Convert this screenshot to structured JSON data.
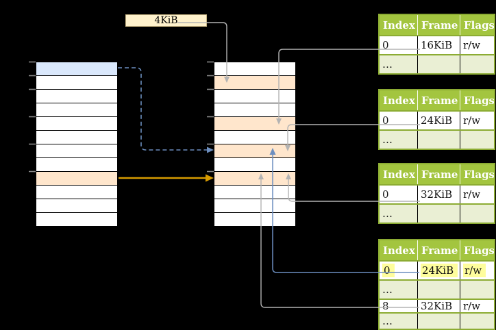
{
  "frame_size_label": {
    "text": "4KiB"
  },
  "memory_columns": {
    "left": {
      "cell_count": 12,
      "highlighted_cells": [
        {
          "row": 0,
          "color": "blue"
        },
        {
          "row": 8,
          "color": "orange"
        }
      ]
    },
    "middle": {
      "cell_count": 12,
      "highlighted_cells": [
        {
          "row": 1,
          "color": "orange"
        },
        {
          "row": 4,
          "color": "orange"
        },
        {
          "row": 6,
          "color": "orange"
        },
        {
          "row": 8,
          "color": "orange"
        }
      ]
    }
  },
  "tables": [
    {
      "headers": [
        "Index",
        "Frame",
        "Flags"
      ],
      "rows": [
        {
          "index": "0",
          "frame": "16KiB",
          "flags": "r/w"
        },
        {
          "index": "…",
          "frame": "",
          "flags": ""
        }
      ]
    },
    {
      "headers": [
        "Index",
        "Frame",
        "Flags"
      ],
      "rows": [
        {
          "index": "0",
          "frame": "24KiB",
          "flags": "r/w"
        },
        {
          "index": "…",
          "frame": "",
          "flags": ""
        }
      ]
    },
    {
      "headers": [
        "Index",
        "Frame",
        "Flags"
      ],
      "rows": [
        {
          "index": "0",
          "frame": "32KiB",
          "flags": "r/w"
        },
        {
          "index": "…",
          "frame": "",
          "flags": ""
        }
      ]
    },
    {
      "headers": [
        "Index",
        "Frame",
        "Flags"
      ],
      "rows": [
        {
          "index": "0",
          "frame": "24KiB",
          "flags": "r/w",
          "highlighted": true
        },
        {
          "index": "…",
          "frame": "",
          "flags": ""
        },
        {
          "index": "8",
          "frame": "32KiB",
          "flags": "r/w"
        },
        {
          "index": "…",
          "frame": "",
          "flags": ""
        }
      ]
    }
  ],
  "connectors": [
    {
      "from": "frame-size-label",
      "to": "middle-column-row-1",
      "style": "gray"
    },
    {
      "from": "table-1-frame-16KiB",
      "to": "middle-column-row-4",
      "style": "gray"
    },
    {
      "from": "table-2-frame-24KiB",
      "to": "middle-column-row-6",
      "style": "gray"
    },
    {
      "from": "table-3-frame-32KiB",
      "to": "middle-column-row-8",
      "style": "gray"
    },
    {
      "from": "table-4-frame-24KiB",
      "to": "middle-column-row-6",
      "style": "blue"
    },
    {
      "from": "table-4-frame-32KiB",
      "to": "middle-column-row-8",
      "style": "gray"
    },
    {
      "from": "left-column-row-0",
      "to": "middle-column-row-6",
      "style": "blue-dashed"
    },
    {
      "from": "left-column-row-8",
      "to": "middle-column-row-8",
      "style": "gold"
    }
  ],
  "colors": {
    "page_bg": "#000000",
    "table_header_green": "#A3C53F",
    "table_border_green": "#8CAC33",
    "table_row_light_green": "#EAEFD4",
    "cell_orange": "#FFE6CC",
    "cell_blue": "#DAE8FC",
    "label_box_fill": "#FFF2CC",
    "label_box_border": "#C8B684",
    "highlight_yellow": "#FEFD9C",
    "arrow_gold": "#D79B00",
    "arrow_blue": "#6C8EBF",
    "line_gray": "#B3B3B3",
    "tick_gray": "#8A8A8A"
  }
}
